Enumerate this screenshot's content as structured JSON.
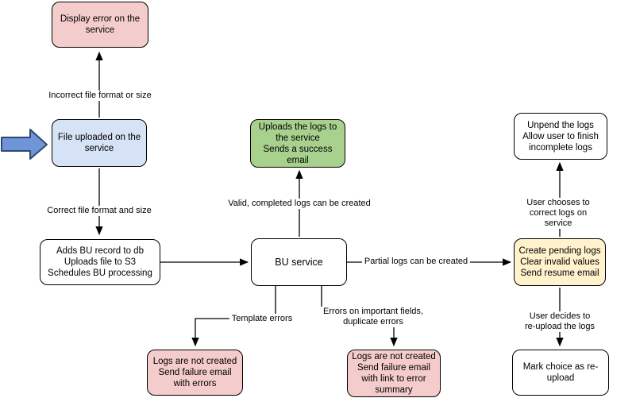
{
  "diagram": {
    "type": "flowchart",
    "description": "File upload and BU processing flow"
  },
  "colors": {
    "node_border": "#000000",
    "error_fill": "#F4CCCC",
    "start_fill": "#D6E2F5",
    "success_fill": "#A9D18E",
    "pending_fill": "#FFF2CC",
    "default_fill": "#FFFFFF",
    "entry_arrow_fill": "#6F95D8",
    "entry_arrow_stroke": "#2E4A6E",
    "connector": "#000000"
  },
  "nodes": {
    "display_error": {
      "label": "Display error on the\nservice",
      "fill": "#F4CCCC"
    },
    "file_uploaded": {
      "label": "File uploaded on the\nservice",
      "fill": "#D6E2F5"
    },
    "adds_bu": {
      "label": "Adds BU record to db\nUploads file to S3\nSchedules BU processing",
      "fill": "#FFFFFF"
    },
    "bu_service": {
      "label": "BU service",
      "fill": "#FFFFFF"
    },
    "uploads_logs": {
      "label": "Uploads the logs to\nthe service\nSends a success\nemail",
      "fill": "#A9D18E"
    },
    "create_pending": {
      "label": "Create pending logs\nClear invalid values\nSend resume email",
      "fill": "#FFF2CC"
    },
    "unpend_logs": {
      "label": "Unpend the logs\nAllow user to finish\nincomplete logs",
      "fill": "#FFFFFF"
    },
    "mark_choice": {
      "label": "Mark choice as re-\nupload",
      "fill": "#FFFFFF"
    },
    "logs_not_created_errors": {
      "label": "Logs are not created\nSend failure email\nwith errors",
      "fill": "#F4CCCC"
    },
    "logs_not_created_summary": {
      "label": "Logs are not created\nSend failure email\nwith link to error\nsummary",
      "fill": "#F4CCCC"
    }
  },
  "edge_labels": {
    "incorrect_format": "Incorrect file format or size",
    "correct_format": "Correct file format and size",
    "valid_completed": "Valid, completed logs can be created",
    "partial_logs": "Partial logs can be created",
    "template_errors": "Template errors",
    "errors_important": "Errors on important fields,\nduplicate errors",
    "user_correct": "User chooses to correct logs on service",
    "user_reupload": "User decides to re-upload the logs"
  }
}
